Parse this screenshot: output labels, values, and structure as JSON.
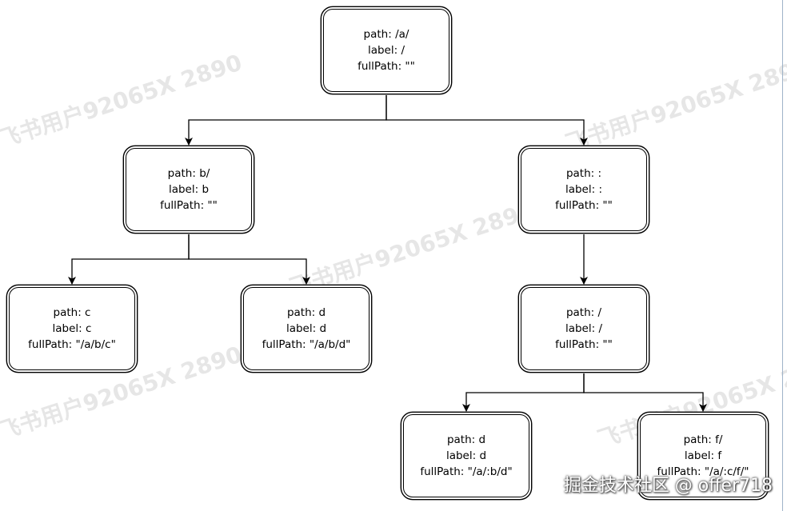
{
  "watermark_text": "飞书用户92065X 2890",
  "brand_text": "掘金技术社区 @ offer718",
  "nodes": [
    {
      "id": "root",
      "path": "path: /a/",
      "label": "label: /",
      "fullPath": "fullPath: \"\""
    },
    {
      "id": "b",
      "path": "path: b/",
      "label": "label: b",
      "fullPath": "fullPath: \"\""
    },
    {
      "id": "colon",
      "path": "path: :",
      "label": "label: :",
      "fullPath": "fullPath: \"\""
    },
    {
      "id": "c",
      "path": "path: c",
      "label": "label: c",
      "fullPath": "fullPath: \"/a/b/c\""
    },
    {
      "id": "d1",
      "path": "path: d",
      "label": "label: d",
      "fullPath": "fullPath: \"/a/b/d\""
    },
    {
      "id": "slash",
      "path": "path: /",
      "label": "label: /",
      "fullPath": "fullPath: \"\""
    },
    {
      "id": "d2",
      "path": "path: d",
      "label": "label: d",
      "fullPath": "fullPath: \"/a/:b/d\""
    },
    {
      "id": "f",
      "path": "path: f/",
      "label": "label: f",
      "fullPath": "fullPath: \"/a/:c/f/\""
    }
  ],
  "edges": [
    {
      "from": "root",
      "to": "b"
    },
    {
      "from": "root",
      "to": "colon"
    },
    {
      "from": "b",
      "to": "c"
    },
    {
      "from": "b",
      "to": "d1"
    },
    {
      "from": "colon",
      "to": "slash"
    },
    {
      "from": "slash",
      "to": "d2"
    },
    {
      "from": "slash",
      "to": "f"
    }
  ]
}
